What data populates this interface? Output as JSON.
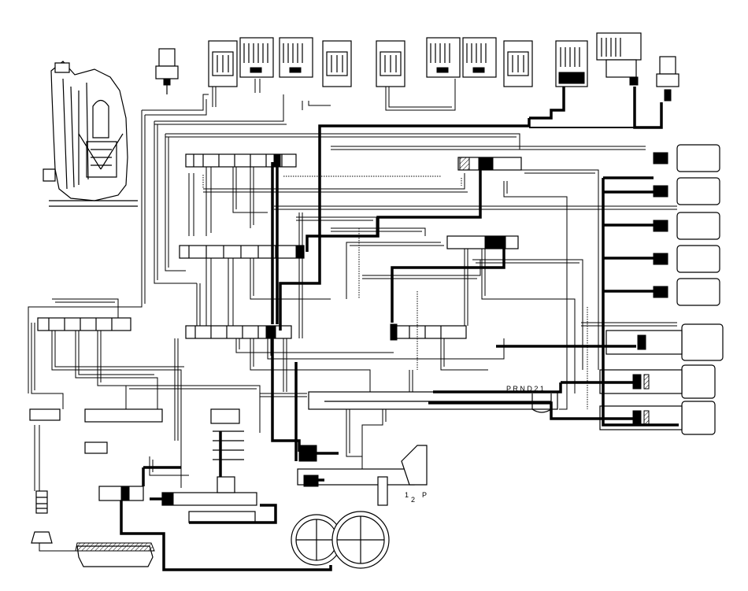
{
  "diagram": {
    "selector_labels": {
      "range": "P R N D 2 1",
      "lower_positions": [
        "1",
        "2",
        "P"
      ]
    }
  }
}
